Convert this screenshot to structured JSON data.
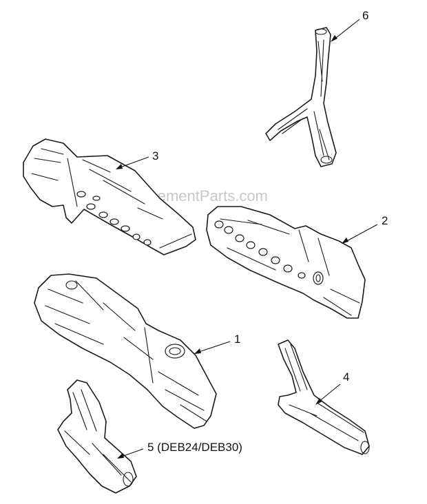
{
  "watermark": "eReplacementParts.com",
  "parts": [
    {
      "id": "1",
      "label": "1"
    },
    {
      "id": "2",
      "label": "2"
    },
    {
      "id": "3",
      "label": "3"
    },
    {
      "id": "4",
      "label": "4"
    },
    {
      "id": "5",
      "label": "5 (DEB24/DEB30)"
    },
    {
      "id": "6",
      "label": "6"
    }
  ]
}
